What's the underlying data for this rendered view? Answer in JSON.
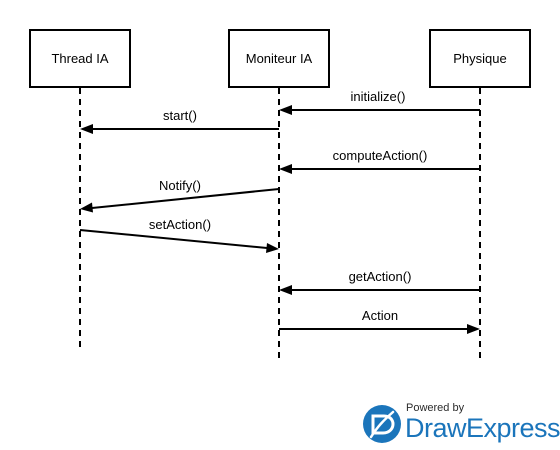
{
  "participants": [
    {
      "id": "thread",
      "label": "Thread IA"
    },
    {
      "id": "moniteur",
      "label": "Moniteur IA"
    },
    {
      "id": "physique",
      "label": "Physique"
    }
  ],
  "messages": [
    {
      "from": "physique",
      "to": "moniteur",
      "label": "initialize()"
    },
    {
      "from": "moniteur",
      "to": "thread",
      "label": "start()"
    },
    {
      "from": "physique",
      "to": "moniteur",
      "label": "computeAction()"
    },
    {
      "from": "moniteur",
      "to": "thread",
      "label": "Notify()"
    },
    {
      "from": "thread",
      "to": "moniteur",
      "label": "setAction()"
    },
    {
      "from": "physique",
      "to": "moniteur",
      "label": "getAction()"
    },
    {
      "from": "moniteur",
      "to": "physique",
      "label": "Action"
    }
  ],
  "watermark": {
    "powered_by": "Powered by",
    "brand": "DrawExpress",
    "brand_color": "#1b75bb"
  }
}
